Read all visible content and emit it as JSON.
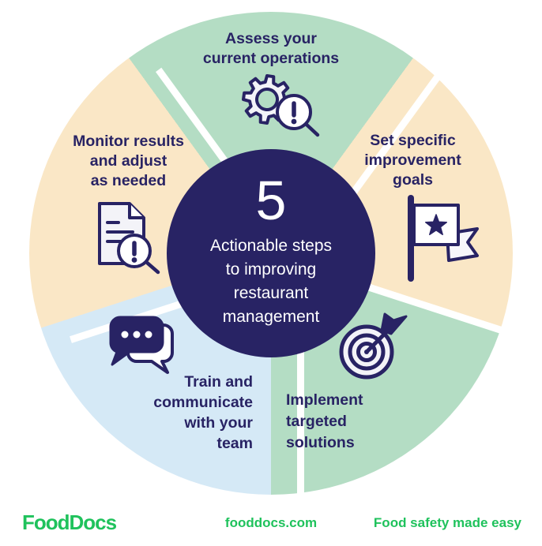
{
  "center": {
    "number": "5",
    "title": "Actionable steps\nto improving\nrestaurant\nmanagement"
  },
  "steps": [
    {
      "label": "Assess your\ncurrent operations",
      "icon": "gear-magnifier-icon",
      "segment_color": "#b4ddc4",
      "position": "top"
    },
    {
      "label": "Set specific\nimprovement\ngoals",
      "icon": "flag-star-icon",
      "segment_color": "#fae7c6",
      "position": "right"
    },
    {
      "label": "Implement\ntargeted\nsolutions",
      "icon": "target-dart-icon",
      "segment_color": "#b4ddc4",
      "position": "bottom-right"
    },
    {
      "label": "Train and\ncommunicate\nwith your\nteam",
      "icon": "speech-bubbles-icon",
      "segment_color": "#d5e9f6",
      "position": "bottom-left"
    },
    {
      "label": "Monitor results\nand adjust\nas needed",
      "icon": "document-magnifier-icon",
      "segment_color": "#fae7c6",
      "position": "left"
    }
  ],
  "footer": {
    "logo": "FoodDocs",
    "website": "fooddocs.com",
    "tagline": "Food safety made easy"
  },
  "colors": {
    "navy": "#282364",
    "green_segment": "#b4ddc4",
    "peach_segment": "#fae7c6",
    "blue_segment": "#d5e9f6",
    "brand_green": "#1fc25c",
    "icon_fill": "#f3f3f8",
    "white": "#ffffff"
  }
}
